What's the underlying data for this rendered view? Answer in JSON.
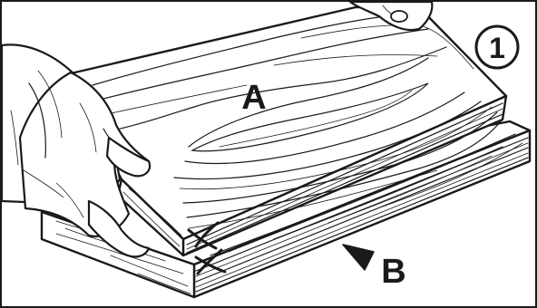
{
  "step_number": "1",
  "labels": {
    "top_board": "A",
    "bottom_board": "B"
  },
  "colors": {
    "ink": "#1a1a1a",
    "paper": "#ffffff"
  },
  "icons": {
    "reference_marks": "x-mark-icon",
    "pointer": "arrowhead-icon"
  }
}
